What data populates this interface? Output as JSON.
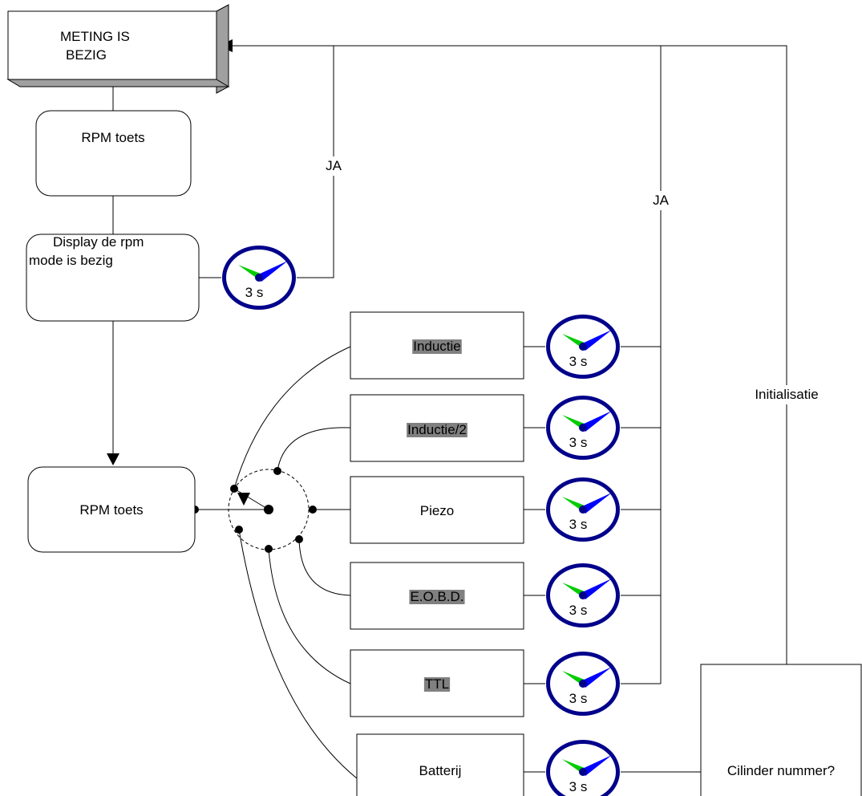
{
  "start": {
    "line1": "METING IS",
    "line2": "BEZIG"
  },
  "rpm_key_top": "RPM toets",
  "display": {
    "line1": "Display de rpm",
    "line2": "mode is bezig"
  },
  "rpm_key_bottom": "RPM toets",
  "timer_label": "3 s",
  "ja_left": "JA",
  "ja_right": "JA",
  "initialisatie": "Initialisatie",
  "modes": [
    {
      "label": "Inductie",
      "highlighted": true
    },
    {
      "label": "Inductie/2",
      "highlighted": true
    },
    {
      "label": "Piezo",
      "highlighted": false
    },
    {
      "label": "E.O.B.D.",
      "highlighted": true
    },
    {
      "label": "TTL",
      "highlighted": true
    },
    {
      "label": "Batterij",
      "highlighted": false
    }
  ],
  "cilinder": "Cilinder nummer?",
  "colors": {
    "highlight": "#808080",
    "dial_ring": "#00008b",
    "dial_face": "#ffffff",
    "hand_blue": "#0000ff",
    "hand_green": "#00cc00",
    "shadow": "#a0a0a0"
  }
}
